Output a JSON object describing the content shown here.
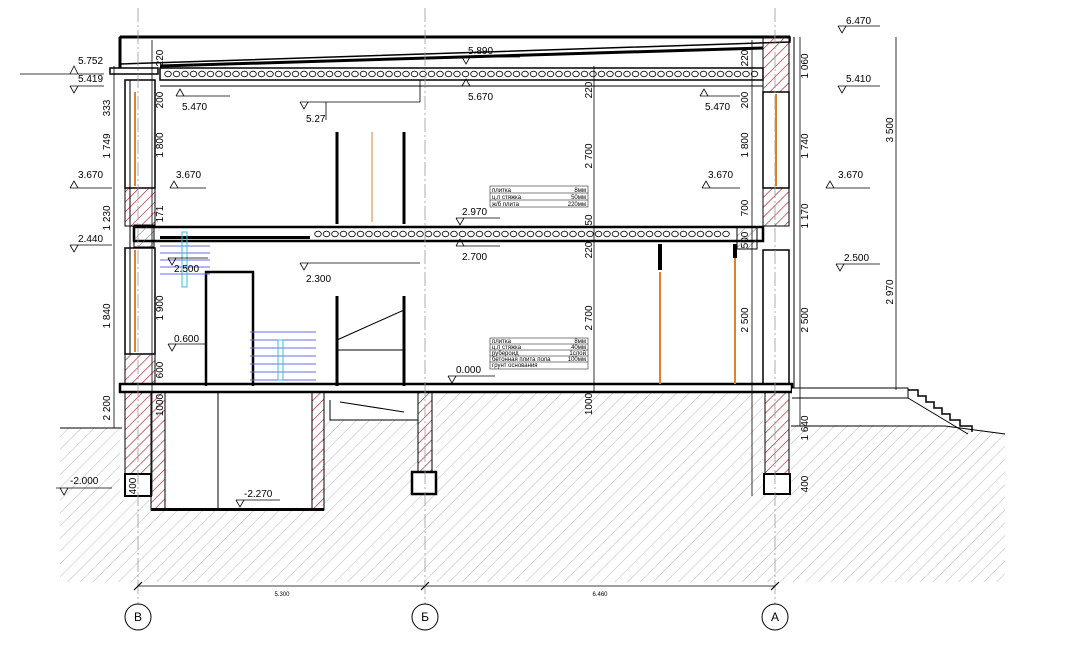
{
  "levels": {
    "roof_top": "6.470",
    "parapet_left": "5.752",
    "roof_left": "5.419",
    "roof_ridge": "5.890",
    "ceiling_left": "5.470",
    "ceiling_mid": "5.670",
    "ceiling_right": "5.470",
    "right_upper": "5.410",
    "stair_upper": "5.27",
    "second_floor_left_outer": "3.670",
    "second_floor_left_inner": "3.670",
    "second_floor_right_inner": "3.670",
    "second_floor_right_outer": "3.670",
    "floor_2": "2.970",
    "ceiling_1": "2.700",
    "left_2440": "2.440",
    "left_2500": "2.500",
    "right_2500": "2.500",
    "stair_2300": "2.300",
    "sill_0600": "0.600",
    "floor_0": "0.000",
    "basement": "-2.270",
    "ground_left": "-2.000"
  },
  "dims": {
    "left_outer": [
      "333",
      "1 749",
      "1 230",
      "1 840",
      "2 200"
    ],
    "left_inner": [
      "220",
      "200",
      "1 800",
      "171",
      "1 900",
      "600",
      "1000",
      "400"
    ],
    "mid": [
      "220",
      "2 700",
      "50",
      "220",
      "2 700",
      "1000"
    ],
    "right_inner": [
      "220",
      "200",
      "1 800",
      "700",
      "500",
      "2 500",
      "400"
    ],
    "right_outer": [
      "1 060",
      "1 740",
      "1 170",
      "2 500",
      "1 640"
    ],
    "right_total": [
      "3 500",
      "2 970"
    ]
  },
  "axes": {
    "left": "В",
    "mid": "Б",
    "right": "А",
    "span_left": "5.300",
    "span_right": "6.460"
  },
  "layers_floor2": [
    {
      "name": "плитка",
      "value": "8мм"
    },
    {
      "name": "ц.п стяжка",
      "value": "50мм"
    },
    {
      "name": "ж/б плита",
      "value": "220мм"
    }
  ],
  "layers_floor1": [
    {
      "name": "плитка",
      "value": "8мм"
    },
    {
      "name": "ц.п стяжка",
      "value": "40мм"
    },
    {
      "name": "рубероид",
      "value": "1слой"
    },
    {
      "name": "бетонная плита пола",
      "value": "100мм"
    },
    {
      "name": "грунт основания",
      "value": ""
    }
  ]
}
